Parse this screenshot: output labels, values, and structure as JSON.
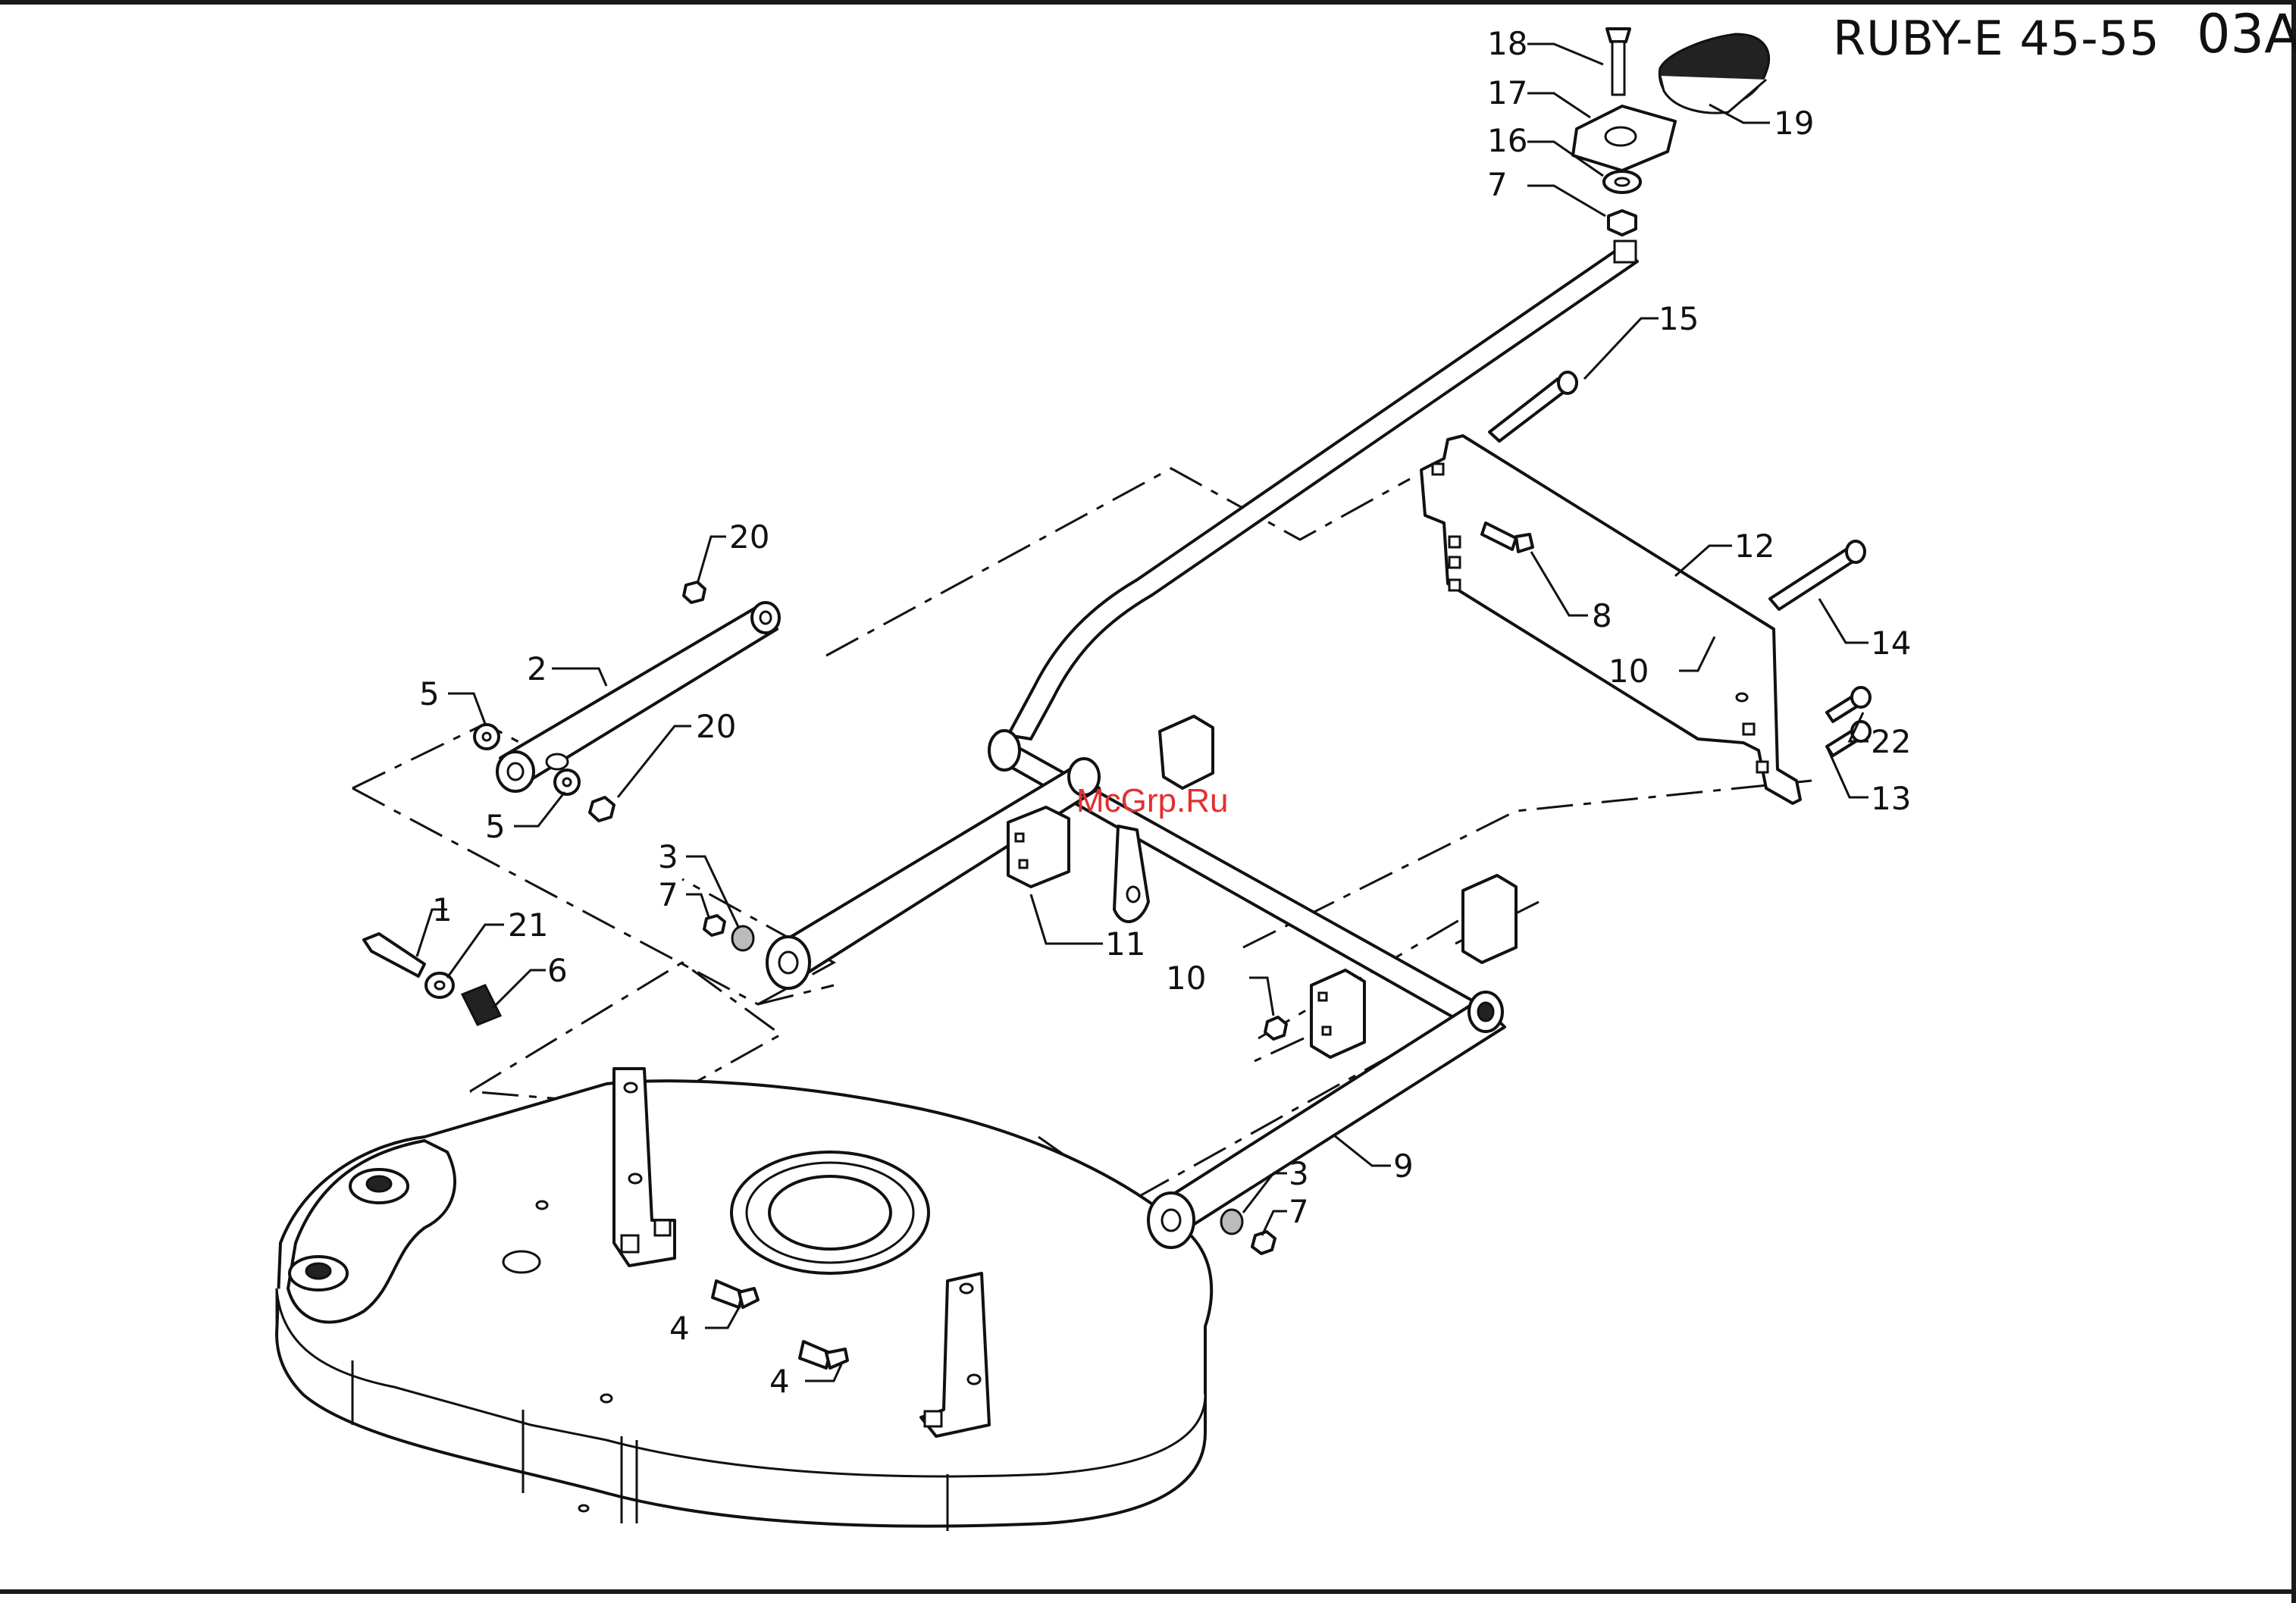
{
  "header": {
    "model": "RUBY-E 45-55",
    "sheet_code": "03A"
  },
  "watermark": "McGrp.Ru",
  "callouts": [
    {
      "id": "c18",
      "label": "18"
    },
    {
      "id": "c17",
      "label": "17"
    },
    {
      "id": "c16",
      "label": "16"
    },
    {
      "id": "c7a",
      "label": "7"
    },
    {
      "id": "c19",
      "label": "19"
    },
    {
      "id": "c15",
      "label": "15"
    },
    {
      "id": "c12",
      "label": "12"
    },
    {
      "id": "c8",
      "label": "8"
    },
    {
      "id": "c14",
      "label": "14"
    },
    {
      "id": "c10a",
      "label": "10"
    },
    {
      "id": "c22",
      "label": "22"
    },
    {
      "id": "c13",
      "label": "13"
    },
    {
      "id": "c20a",
      "label": "20"
    },
    {
      "id": "c2",
      "label": "2"
    },
    {
      "id": "c5a",
      "label": "5"
    },
    {
      "id": "c20b",
      "label": "20"
    },
    {
      "id": "c5b",
      "label": "5"
    },
    {
      "id": "c3a",
      "label": "3"
    },
    {
      "id": "c7b",
      "label": "7"
    },
    {
      "id": "c11",
      "label": "11"
    },
    {
      "id": "c1",
      "label": "1"
    },
    {
      "id": "c21",
      "label": "21"
    },
    {
      "id": "c6",
      "label": "6"
    },
    {
      "id": "c10b",
      "label": "10"
    },
    {
      "id": "c9",
      "label": "9"
    },
    {
      "id": "c3b",
      "label": "3"
    },
    {
      "id": "c7c",
      "label": "7"
    },
    {
      "id": "c4a",
      "label": "4"
    },
    {
      "id": "c4b",
      "label": "4"
    }
  ]
}
